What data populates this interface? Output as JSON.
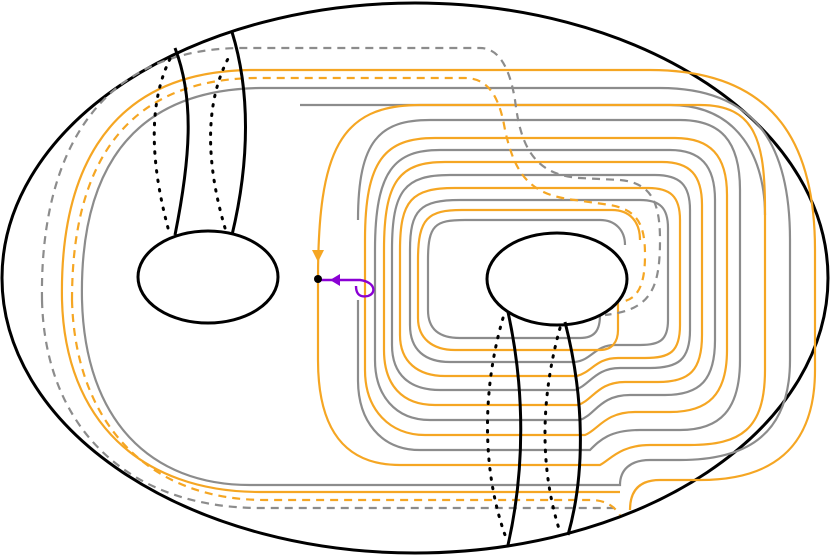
{
  "figure": {
    "description_free": true,
    "colors": {
      "outline": "#000000",
      "gray_curve": "#8c8c8c",
      "orange_curve": "#f5a623",
      "purple_arc": "#8a00d4",
      "basepoint": "#000000"
    },
    "components": [
      "surface-boundary",
      "left-hole",
      "right-hole",
      "left-handle-band",
      "right-handle-band",
      "gray-curve-family",
      "orange-curve-family",
      "dashed-curves",
      "purple-arc",
      "basepoint"
    ]
  }
}
